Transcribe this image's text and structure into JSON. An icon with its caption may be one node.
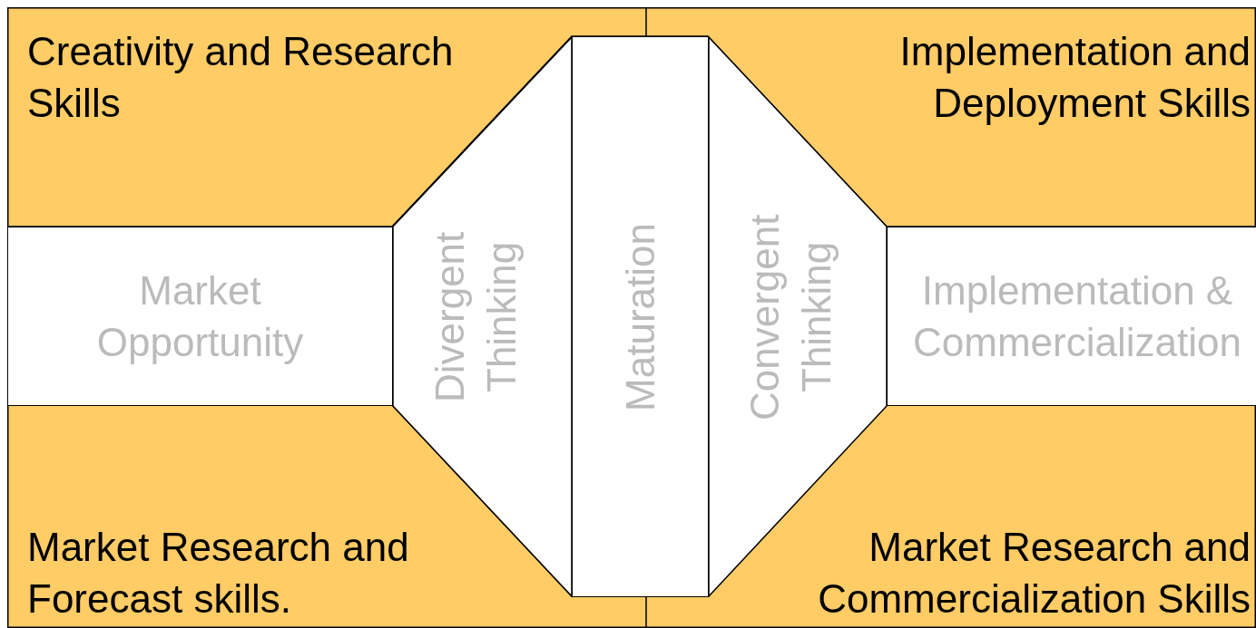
{
  "diagram": {
    "nodes": [
      {
        "text": [
          "Creativity and Research Skills"
        ]
      },
      {
        "text": [
          "Implementation and Deployment Skills"
        ]
      },
      {
        "text": [
          "Market Opportunity"
        ]
      },
      {
        "text": [
          "Divergent Thinking"
        ]
      },
      {
        "text": [
          "Maturation"
        ]
      },
      {
        "text": [
          "Convergent Thinking"
        ]
      },
      {
        "text": [
          "Implementation & Commercialization"
        ]
      },
      {
        "text": [
          "Market Research and Forecast skills."
        ]
      },
      {
        "text": [
          "Market Research and Commercialization Skills"
        ]
      }
    ]
  }
}
